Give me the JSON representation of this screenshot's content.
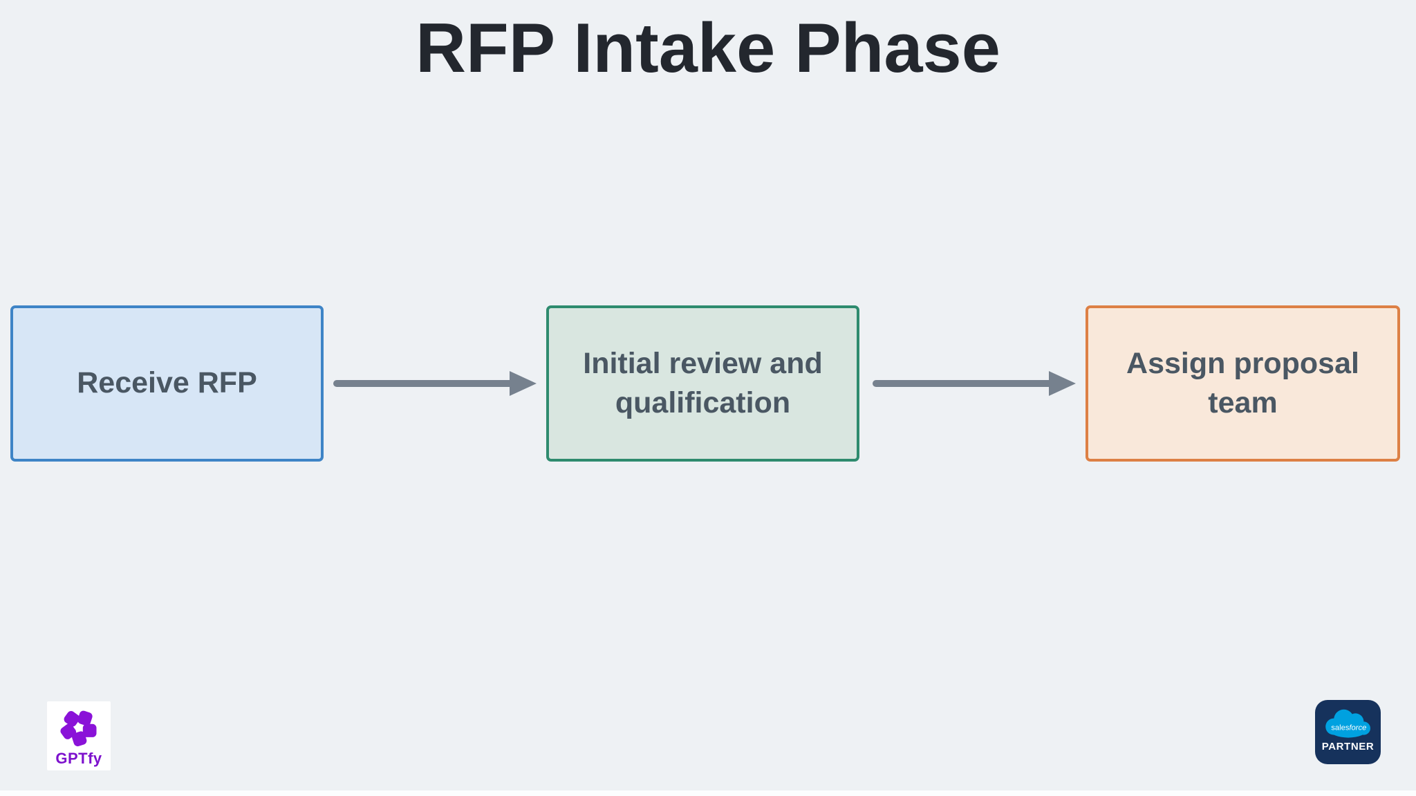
{
  "background_color": "#eef1f4",
  "title": "RFP Intake Phase",
  "flow": {
    "nodes": [
      {
        "label": "Receive RFP",
        "lines": [
          "Receive RFP"
        ],
        "border_color": "#3e84c6",
        "fill_color": "#d7e6f6"
      },
      {
        "label": "Initial review and qualification",
        "lines": [
          "Initial review and",
          "qualification"
        ],
        "border_color": "#2e8b6e",
        "fill_color": "#d9e6e0"
      },
      {
        "label": "Assign proposal team",
        "lines": [
          "Assign proposal",
          "team"
        ],
        "border_color": "#dd8045",
        "fill_color": "#f9e8da"
      }
    ],
    "arrows": [
      {
        "from": "Receive RFP",
        "to": "Initial review and qualification"
      },
      {
        "from": "Initial review and qualification",
        "to": "Assign proposal team"
      }
    ],
    "arrow_color": "#76818e",
    "text_color": "#4a5763"
  },
  "footer": {
    "gptfy": {
      "label": "GPTfy",
      "brand_color": "#8a12d8"
    },
    "salesforce": {
      "brand_part1": "sales",
      "brand_part2": "force",
      "label": "PARTNER",
      "badge_color": "#16325c",
      "cloud_color": "#00a1e0"
    }
  }
}
